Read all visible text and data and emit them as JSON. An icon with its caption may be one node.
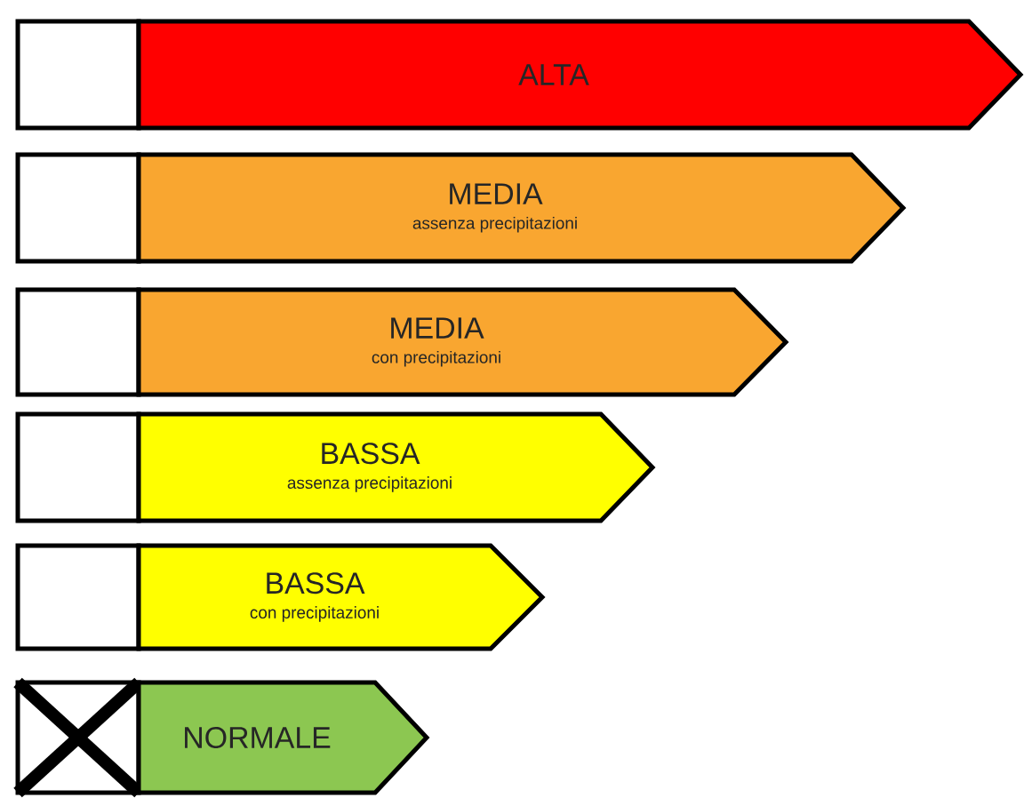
{
  "diagram": {
    "nodes": [
      {
        "text": [],
        "shape": "box"
      },
      {
        "text": [
          "ALTA"
        ]
      },
      {
        "text": [],
        "shape": "box"
      },
      {
        "text": [
          "MEDIA",
          "assenza precipitazioni"
        ]
      },
      {
        "text": [],
        "shape": "box"
      },
      {
        "text": [
          "MEDIA",
          "con precipitazioni"
        ]
      },
      {
        "text": [],
        "shape": "box"
      },
      {
        "text": [
          "BASSA",
          "assenza precipitazioni"
        ]
      },
      {
        "text": [],
        "shape": "box"
      },
      {
        "text": [
          "BASSA",
          "con precipitazioni"
        ]
      },
      {
        "text": [],
        "shape": "cross"
      },
      {
        "text": [
          "NORMALE"
        ]
      }
    ]
  }
}
